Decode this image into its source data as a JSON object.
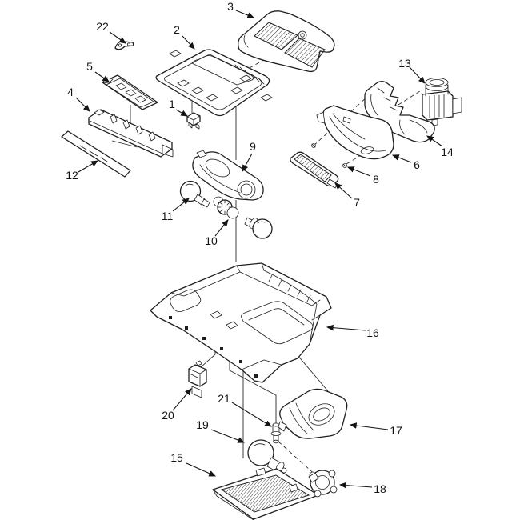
{
  "diagram": {
    "type": "exploded-parts-diagram",
    "description": "Appliance exploded-view parts diagram, black line art on white with 22 numbered callouts",
    "background_color": "#ffffff",
    "line_color": "#1f1f1f",
    "label_color": "#141414",
    "callouts": {
      "c1": "1",
      "c2": "2",
      "c3": "3",
      "c4": "4",
      "c5": "5",
      "c6": "6",
      "c7": "7",
      "c8": "8",
      "c9": "9",
      "c10": "10",
      "c11": "11",
      "c12": "12",
      "c13": "13",
      "c14": "14",
      "c15": "15",
      "c16": "16",
      "c17": "17",
      "c18": "18",
      "c19": "19",
      "c20": "20",
      "c21": "21",
      "c22": "22"
    }
  }
}
